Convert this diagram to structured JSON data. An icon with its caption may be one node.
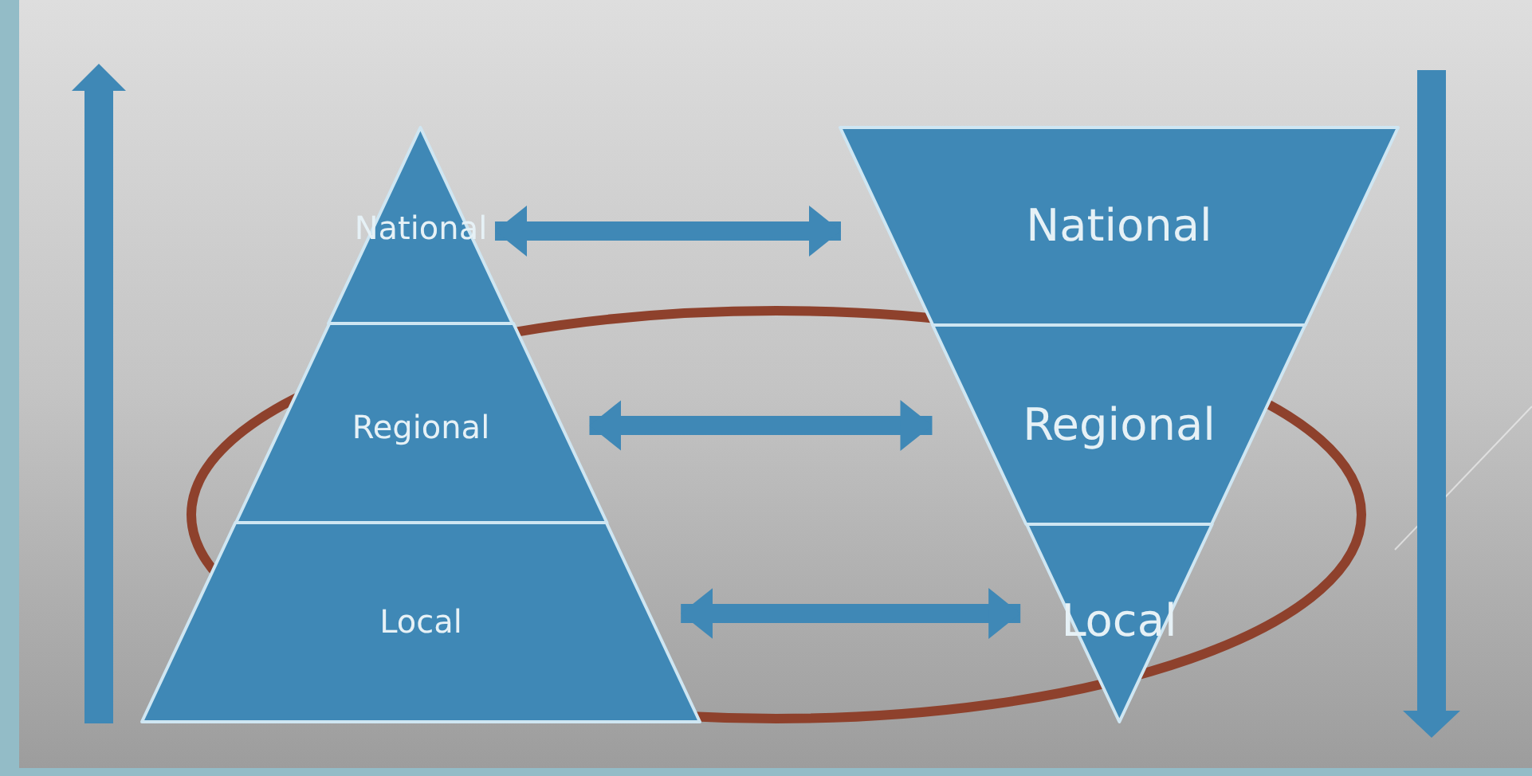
{
  "diagram": {
    "nodes": [
      {
        "text": [
          "National"
        ]
      },
      {
        "text": [
          "Regional"
        ]
      },
      {
        "text": [
          "Local"
        ]
      },
      {
        "text": [
          "National"
        ]
      },
      {
        "text": [
          "Regional"
        ]
      },
      {
        "text": [
          "Local"
        ]
      }
    ],
    "edges": [
      {
        "from": 0,
        "to": 3,
        "arrow": "both"
      },
      {
        "from": 1,
        "to": 4,
        "arrow": "both"
      },
      {
        "from": 2,
        "to": 5,
        "arrow": "both"
      }
    ]
  }
}
